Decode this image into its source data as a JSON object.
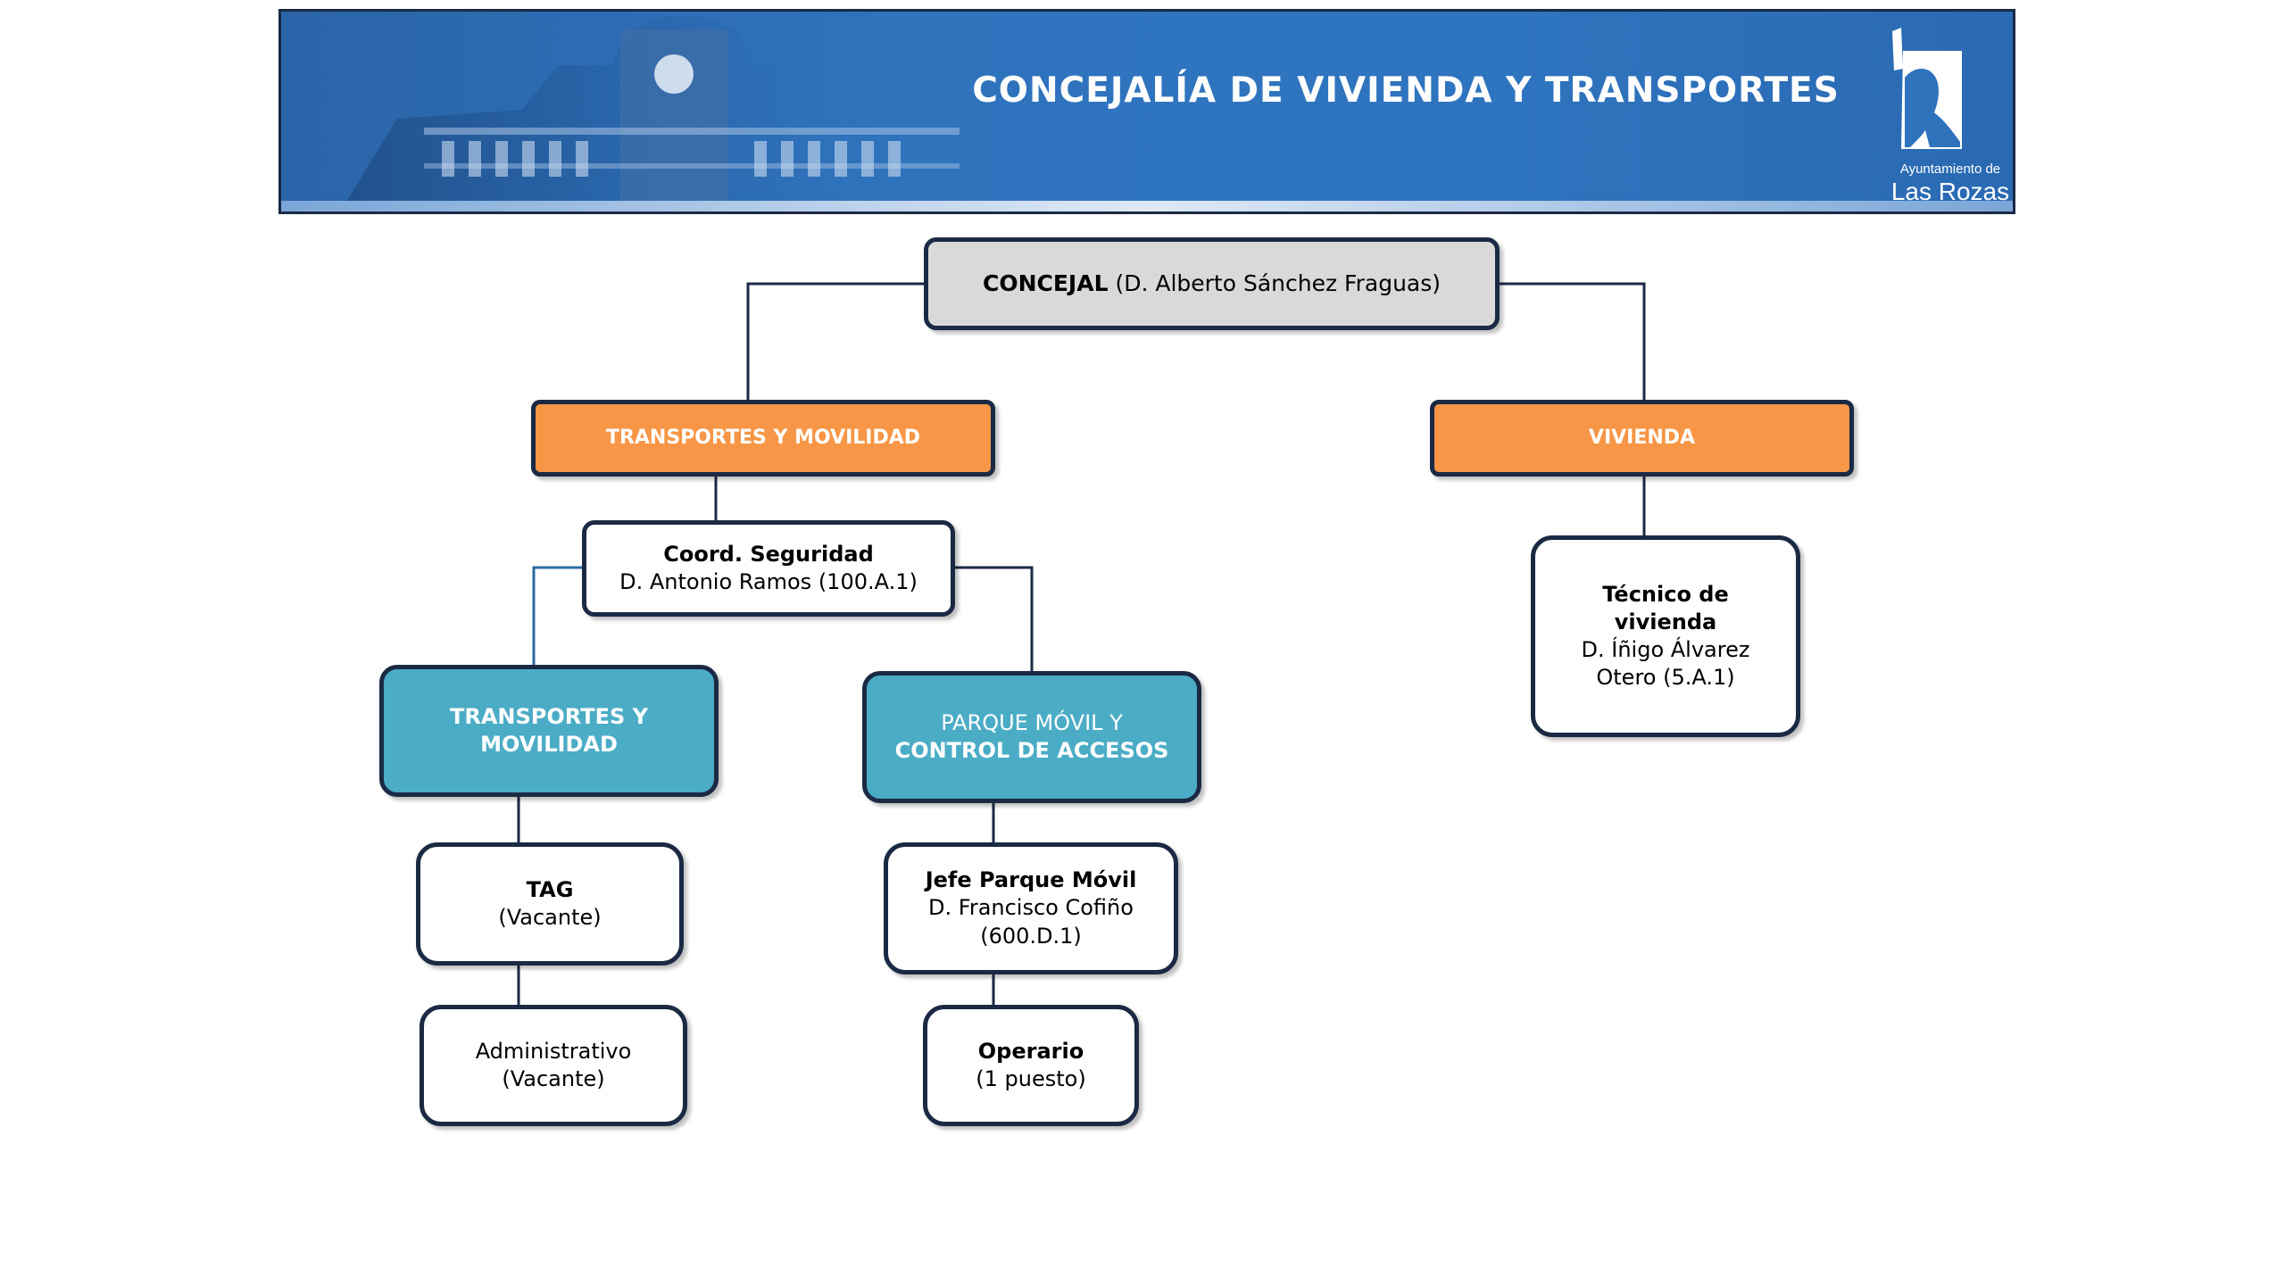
{
  "header": {
    "title": "CONCEJALÍA DE VIVIENDA  Y  TRANSPORTES",
    "logo_line1": "Ayuntamiento de",
    "logo_line2": "Las Rozas",
    "logo_icon": "las-rozas-logo-icon"
  },
  "org": {
    "concejal": {
      "role": "CONCEJAL",
      "name": "(D. Alberto Sánchez Fraguas)"
    },
    "transportes": {
      "label": "TRANSPORTES Y MOVILIDAD"
    },
    "vivienda": {
      "label": "VIVIENDA"
    },
    "coord": {
      "role": "Coord. Seguridad",
      "name": "D. Antonio Ramos (100.A.1)"
    },
    "tecnico": {
      "line1": "Técnico de",
      "line2": "vivienda",
      "line3": "D. Íñigo Álvarez",
      "line4": "Otero (5.A.1)"
    },
    "transportes_sub": {
      "line1": "TRANSPORTES Y",
      "line2": "MOVILIDAD"
    },
    "parque": {
      "line1": "PARQUE  MÓVIL  Y",
      "line2": "CONTROL DE ACCESOS"
    },
    "tag": {
      "role": "TAG",
      "status": "(Vacante)"
    },
    "jefe": {
      "role": "Jefe Parque Móvil",
      "name": "D. Francisco Cofiño",
      "code": "(600.D.1)"
    },
    "administrativo": {
      "role": "Administrativo",
      "status": "(Vacante)"
    },
    "operario": {
      "role": "Operario",
      "count": "(1 puesto)"
    }
  },
  "colors": {
    "banner": "#2f73bd",
    "orange": "#f79646",
    "teal": "#4bacc6",
    "gray": "#d9d9d9",
    "border": "#1b2a44"
  }
}
